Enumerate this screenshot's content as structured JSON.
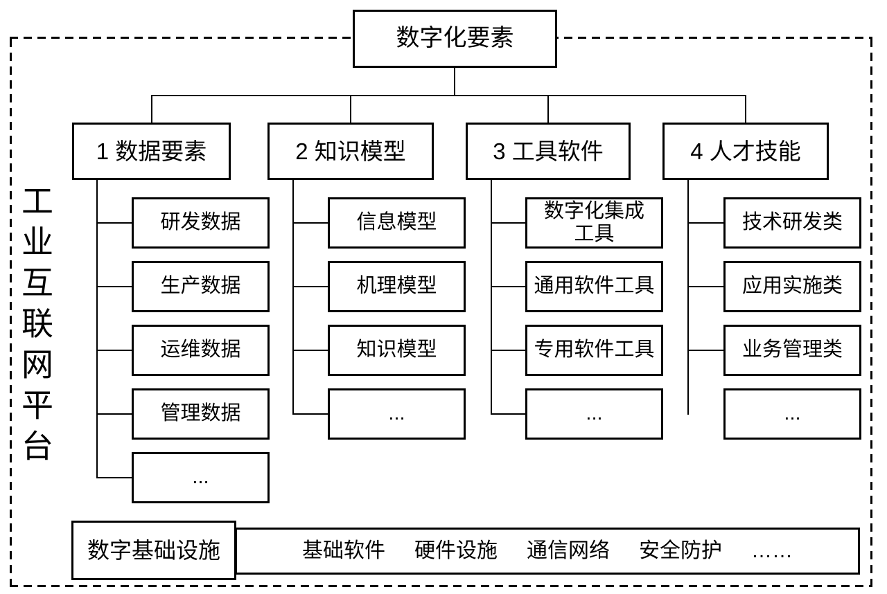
{
  "diagram": {
    "platform_label": "工业互联网平台",
    "root": {
      "label": "数字化要素"
    },
    "branches": [
      {
        "label": "1 数据要素",
        "children": [
          "研发数据",
          "生产数据",
          "运维数据",
          "管理数据",
          "..."
        ]
      },
      {
        "label": "2 知识模型",
        "children": [
          "信息模型",
          "机理模型",
          "知识模型",
          "..."
        ]
      },
      {
        "label": "3 工具软件",
        "children": [
          "数字化集成\n工具",
          "通用软件工具",
          "专用软件工具",
          "..."
        ]
      },
      {
        "label": "4 人才技能",
        "children": [
          "技术研发类",
          "应用实施类",
          "业务管理类",
          "..."
        ]
      }
    ],
    "infrastructure": {
      "label": "数字基础设施",
      "items": [
        "基础软件",
        "硬件设施",
        "通信网络",
        "安全防护",
        "……"
      ]
    },
    "colors": {
      "line": "#000000",
      "box_border": "#000000",
      "background": "#ffffff"
    }
  }
}
